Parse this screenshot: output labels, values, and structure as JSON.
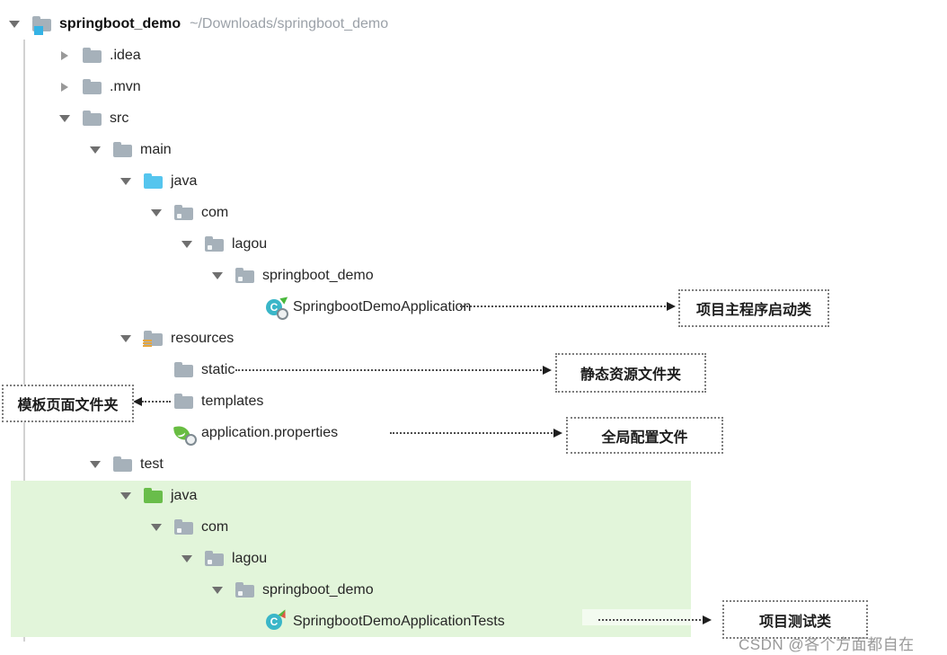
{
  "tree": {
    "rows": [
      {
        "label": "springboot_demo",
        "path": "~/Downloads/springboot_demo"
      },
      {
        "label": ".idea"
      },
      {
        "label": ".mvn"
      },
      {
        "label": "src"
      },
      {
        "label": "main"
      },
      {
        "label": "java"
      },
      {
        "label": "com"
      },
      {
        "label": "lagou"
      },
      {
        "label": "springboot_demo"
      },
      {
        "label": "SpringbootDemoApplication"
      },
      {
        "label": "resources"
      },
      {
        "label": "static"
      },
      {
        "label": "templates"
      },
      {
        "label": "application.properties"
      },
      {
        "label": "test"
      },
      {
        "label": "java"
      },
      {
        "label": "com"
      },
      {
        "label": "lagou"
      },
      {
        "label": "springboot_demo"
      },
      {
        "label": "SpringbootDemoApplicationTests"
      }
    ]
  },
  "annotations": {
    "main_class": "项目主程序启动类",
    "static_folder": "静态资源文件夹",
    "templates_folder": "模板页面文件夹",
    "config_file": "全局配置文件",
    "test_class": "项目测试类"
  },
  "icons": {
    "class_letter": "C"
  },
  "watermark": "CSDN @各个方面都自在",
  "colors": {
    "folder_gray": "#a6b1ba",
    "java_source_folder_blue": "#55c5ee",
    "test_source_folder_green": "#69bd4a",
    "project_badge_blue": "#35b3e5",
    "resources_badge_yellow": "#e7a63b",
    "class_circle_teal": "#3ab6c8",
    "spring_leaf_green": "#68bd42",
    "run_arrow_green": "#49b83c",
    "test_mark_red": "#e05746",
    "test_highlight_green": "#e2f5da",
    "annotation_border_gray": "#7e7e7e",
    "path_text_gray": "#9ba1a8"
  }
}
